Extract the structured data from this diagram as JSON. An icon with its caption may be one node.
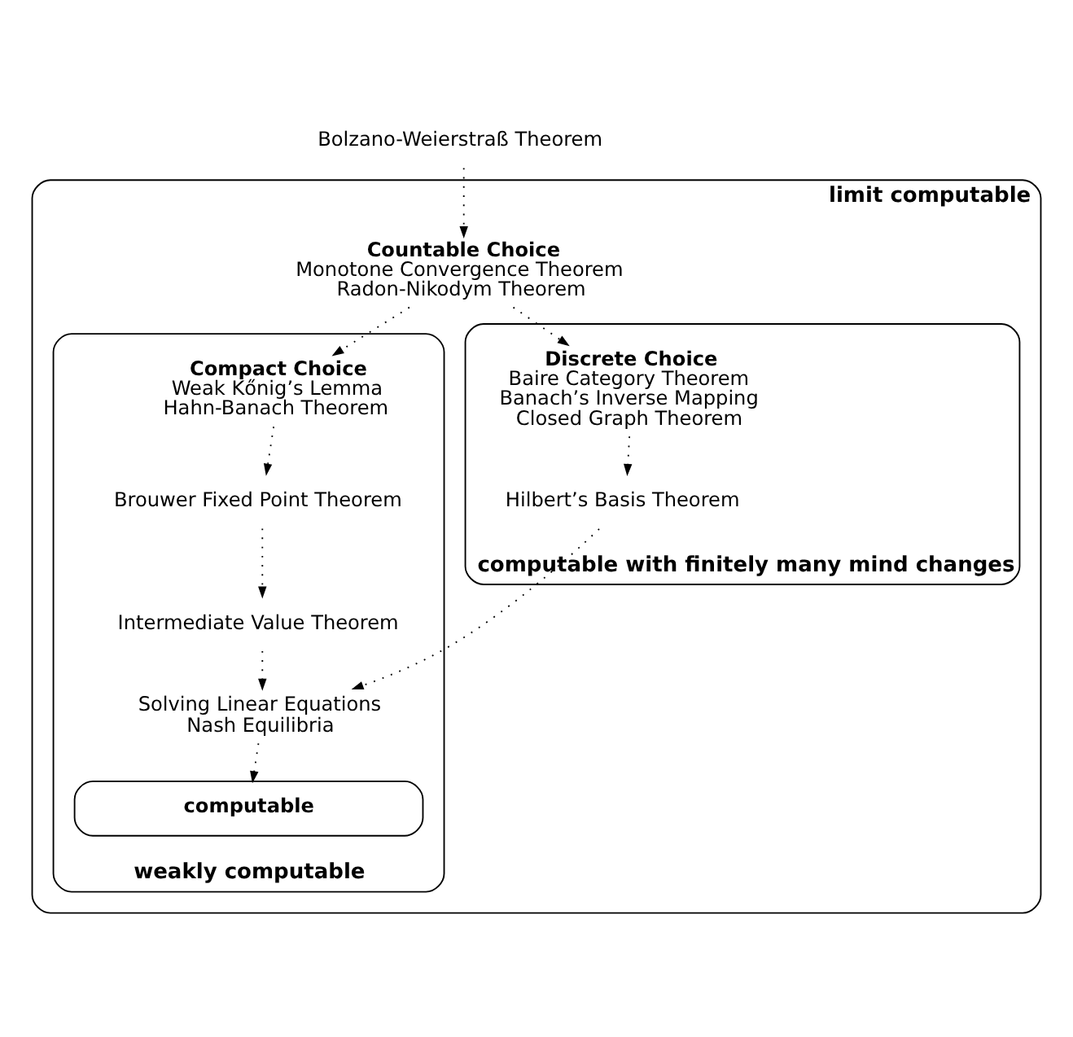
{
  "diagram": {
    "nodes": [
      {
        "text": [
          "Bolzano-Weierstraß Theorem"
        ]
      },
      {
        "text": [
          "limit computable"
        ]
      },
      {
        "text": [
          "Countable Choice",
          "Monotone Convergence Theorem",
          "Radon-Nikodym Theorem"
        ],
        "in": 1
      },
      {
        "text": [
          "weakly computable"
        ],
        "in": 1
      },
      {
        "text": [
          "Compact Choice",
          "Weak Kőnig’s Lemma",
          "Hahn-Banach Theorem"
        ],
        "in": 3
      },
      {
        "text": [
          "Brouwer Fixed Point Theorem"
        ],
        "in": 3
      },
      {
        "text": [
          "Intermediate Value Theorem"
        ],
        "in": 3
      },
      {
        "text": [
          "computable with finitely many mind changes"
        ],
        "in": 1
      },
      {
        "text": [
          "Discrete Choice",
          "Baire Category Theorem",
          "Banach’s Inverse Mapping",
          "Closed Graph Theorem"
        ],
        "in": 7
      },
      {
        "text": [
          "Hilbert’s Basis Theorem"
        ],
        "in": 7
      },
      {
        "text": [
          "Solving Linear Equations",
          "Nash Equilibria"
        ],
        "in": 3
      },
      {
        "text": [
          "computable"
        ],
        "in": 3
      }
    ],
    "edges": [
      {
        "from": 0,
        "to": 2,
        "arrow": "to"
      },
      {
        "from": 2,
        "to": 4,
        "arrow": "to"
      },
      {
        "from": 2,
        "to": 8,
        "arrow": "to"
      },
      {
        "from": 4,
        "to": 5,
        "arrow": "to"
      },
      {
        "from": 5,
        "to": 6,
        "arrow": "to"
      },
      {
        "from": 6,
        "to": 10,
        "arrow": "to"
      },
      {
        "from": 8,
        "to": 9,
        "arrow": "to"
      },
      {
        "from": 9,
        "to": 10,
        "arrow": "to"
      },
      {
        "from": 10,
        "to": 11,
        "arrow": "to"
      }
    ]
  }
}
